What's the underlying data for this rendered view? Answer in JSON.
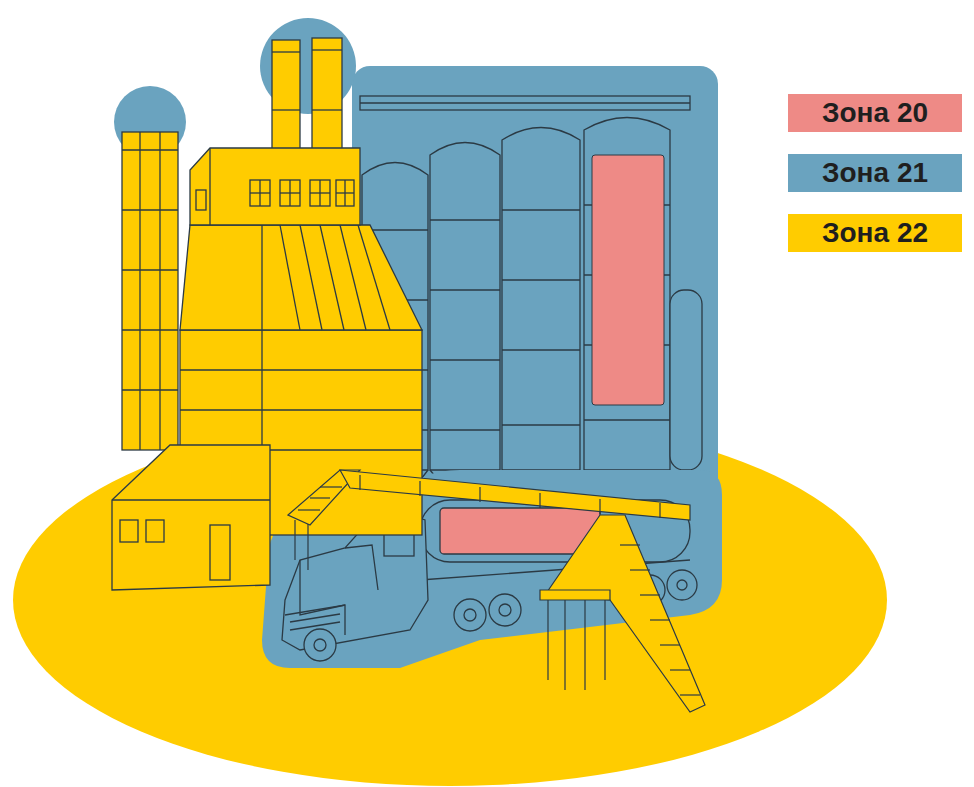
{
  "diagram": {
    "legend": [
      {
        "text": "Зона 20",
        "color": "#EE8A86"
      },
      {
        "text": "Зона 21",
        "color": "#6AA3BF"
      },
      {
        "text": "Зона 22",
        "color": "#FFCC00"
      }
    ]
  }
}
